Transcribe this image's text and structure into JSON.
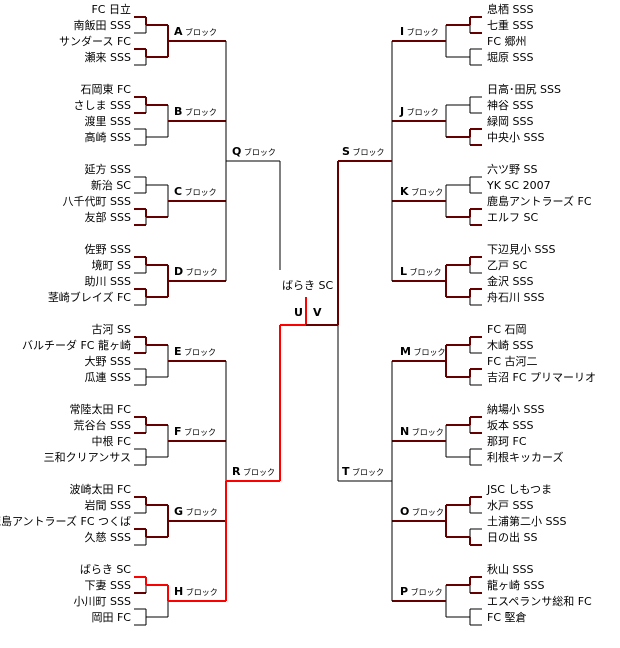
{
  "colors": {
    "line": "#000000",
    "advanced": "#660000",
    "winner": "#ff0000"
  },
  "winner": "ばらき SC",
  "finals": [
    "U",
    "V"
  ],
  "semifinals": [
    {
      "label": "Q",
      "suffix": "ブロック",
      "side": "left"
    },
    {
      "label": "R",
      "suffix": "ブロック",
      "side": "left"
    },
    {
      "label": "S",
      "suffix": "ブロック",
      "side": "right"
    },
    {
      "label": "T",
      "suffix": "ブロック",
      "side": "right"
    }
  ],
  "blocks": [
    {
      "label": "A",
      "suffix": "ブロック",
      "side": "left",
      "teams": [
        "FC 日立",
        "南飯田 SSS",
        "サンダース FC",
        "瀬来 SSS"
      ]
    },
    {
      "label": "B",
      "suffix": "ブロック",
      "side": "left",
      "teams": [
        "石岡東 FC",
        "さしま SSS",
        "渡里 SSS",
        "高崎 SSS"
      ]
    },
    {
      "label": "C",
      "suffix": "ブロック",
      "side": "left",
      "teams": [
        "延方 SSS",
        "新治 SC",
        "八千代町 SSS",
        "友部 SSS"
      ]
    },
    {
      "label": "D",
      "suffix": "ブロック",
      "side": "left",
      "teams": [
        "佐野 SSS",
        "境町 SS",
        "助川 SSS",
        "茎崎ブレイズ FC"
      ]
    },
    {
      "label": "E",
      "suffix": "ブロック",
      "side": "left",
      "teams": [
        "古河 SS",
        "バルチーダ FC 龍ヶ崎",
        "大野 SSS",
        "瓜連 SSS"
      ]
    },
    {
      "label": "F",
      "suffix": "ブロック",
      "side": "left",
      "teams": [
        "常陸太田 FC",
        "荒谷台 SSS",
        "中根 FC",
        "三和クリアンサス"
      ]
    },
    {
      "label": "G",
      "suffix": "ブロック",
      "side": "left",
      "teams": [
        "波崎太田 FC",
        "岩間 SSS",
        "鹿島アントラーズ FC つくば",
        "久慈 SSS"
      ]
    },
    {
      "label": "H",
      "suffix": "ブロック",
      "side": "left",
      "teams": [
        "ばらき SC",
        "下妻 SSS",
        "小川町 SSS",
        "岡田 FC"
      ]
    },
    {
      "label": "I",
      "suffix": "ブロック",
      "side": "right",
      "teams": [
        "息栖 SSS",
        "七重 SSS",
        "FC 郷州",
        "堀原 SSS"
      ]
    },
    {
      "label": "J",
      "suffix": "ブロック",
      "side": "right",
      "teams": [
        "日高･田尻 SSS",
        "神谷 SSS",
        "緑岡 SSS",
        "中央小 SSS"
      ]
    },
    {
      "label": "K",
      "suffix": "ブロック",
      "side": "right",
      "teams": [
        "六ツ野 SS",
        "YK SC 2007",
        "鹿島アントラーズ FC",
        "エルフ SC"
      ]
    },
    {
      "label": "L",
      "suffix": "ブロック",
      "side": "right",
      "teams": [
        "下辺見小 SSS",
        "乙戸 SC",
        "金沢 SSS",
        "舟石川 SSS"
      ]
    },
    {
      "label": "M",
      "suffix": "ブロック",
      "side": "right",
      "teams": [
        "FC 石岡",
        "木崎 SSS",
        "FC 古河二",
        "吉沼 FC プリマーリオ"
      ]
    },
    {
      "label": "N",
      "suffix": "ブロック",
      "side": "right",
      "teams": [
        "納場小 SSS",
        "坂本 SSS",
        "那珂 FC",
        "利根キッカーズ"
      ]
    },
    {
      "label": "O",
      "suffix": "ブロック",
      "side": "right",
      "teams": [
        "JSC しもつま",
        "水戸 SSS",
        "土浦第二小 SSS",
        "日の出 SS"
      ]
    },
    {
      "label": "P",
      "suffix": "ブロック",
      "side": "right",
      "teams": [
        "秋山 SSS",
        "龍ヶ崎 SSS",
        "エスペランサ総和 FC",
        "FC 堅倉"
      ]
    }
  ],
  "advancing": {
    "A": [
      0,
      2
    ],
    "B": [
      0,
      1
    ],
    "C": [
      2,
      3
    ],
    "D": [
      0,
      2
    ],
    "E": [
      0,
      1
    ],
    "F": [
      0,
      1
    ],
    "G": [
      0,
      2
    ],
    "H": [
      0,
      1
    ],
    "I": [
      0,
      1
    ],
    "J": [
      2,
      3
    ],
    "K": [
      2,
      3
    ],
    "L": [
      0,
      2
    ],
    "M": [
      0,
      2
    ],
    "N": [
      0,
      1
    ],
    "O": [
      0,
      3
    ],
    "P": [
      0,
      1
    ],
    "winner_block": "H",
    "winner_team": 0,
    "winner_semi": "R"
  }
}
